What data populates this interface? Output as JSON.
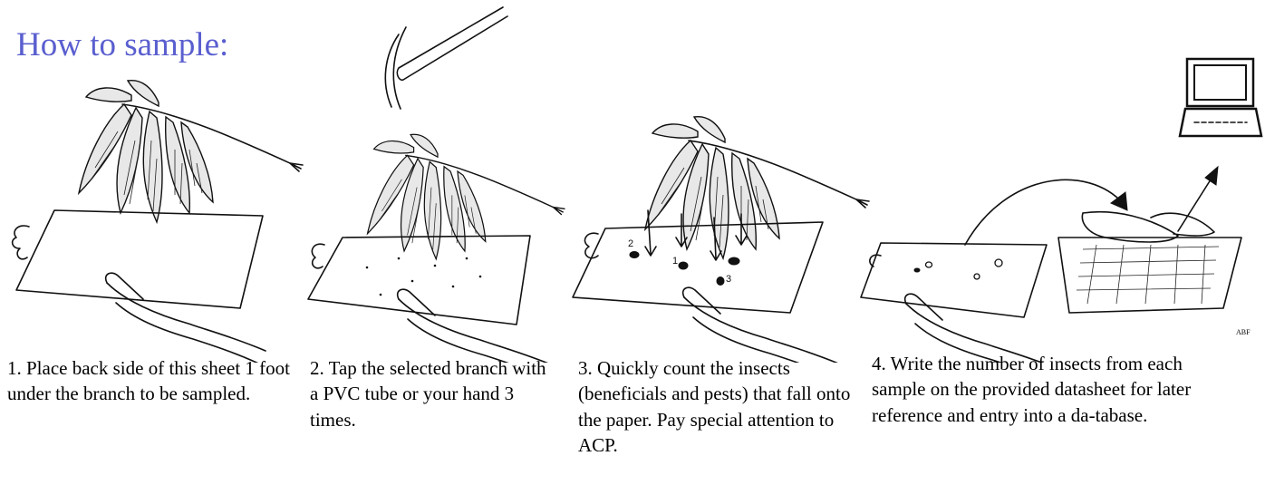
{
  "title": "How to sample:",
  "steps": [
    {
      "text": "1. Place back side of this sheet 1 foot under the branch to be sampled."
    },
    {
      "text": "2. Tap the selected branch with a PVC tube or your hand 3 times."
    },
    {
      "text": "3. Quickly count the insects (beneficials and pests) that fall onto the paper. Pay special attention to ACP."
    },
    {
      "text": "4. Write the number of insects from each sample on the provided datasheet for later reference and entry into a da-tabase."
    }
  ],
  "credit": "ABF",
  "sheet_labels": [
    "2",
    "1",
    "3"
  ],
  "colors": {
    "title": "#5a5fcf",
    "ink": "#111111"
  },
  "icons": [
    "branch-icon",
    "sheet-icon",
    "hand-icon",
    "pvc-tube-icon",
    "insect-icon",
    "arrow-icon",
    "computer-icon",
    "keyboard-icon"
  ]
}
